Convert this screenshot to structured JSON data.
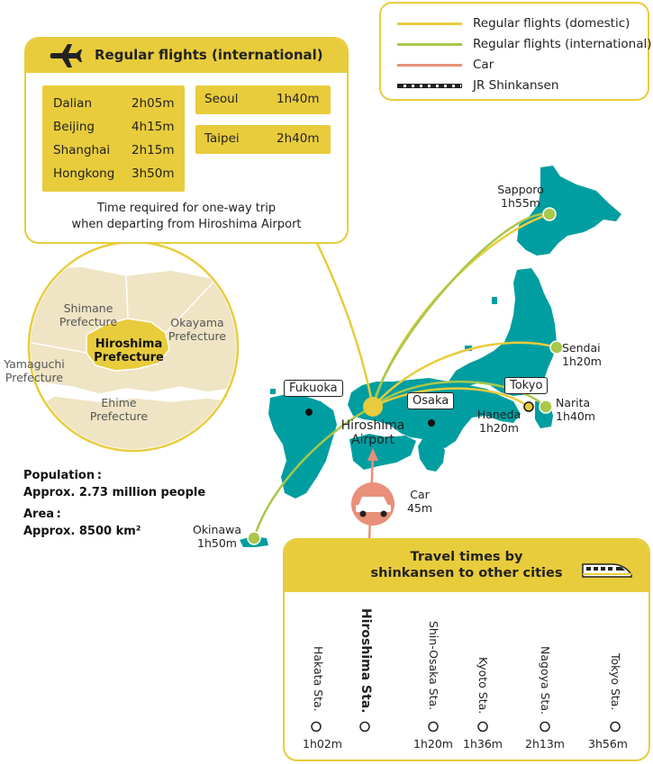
{
  "legend": {
    "items": [
      {
        "label": "Regular flights (domestic)",
        "color": "#e8cc3c",
        "style": "solid"
      },
      {
        "label": "Regular flights (international)",
        "color": "#a8c84a",
        "style": "solid"
      },
      {
        "label": "Car",
        "color": "#e8907a",
        "style": "solid"
      },
      {
        "label": "JR Shinkansen",
        "color": "#222222",
        "style": "rail"
      }
    ]
  },
  "international": {
    "title": "Regular flights (international)",
    "icon": "airplane-icon",
    "group_a": [
      {
        "city": "Dalian",
        "time": "2h05m"
      },
      {
        "city": "Beijing",
        "time": "4h15m"
      },
      {
        "city": "Shanghai",
        "time": "2h15m"
      },
      {
        "city": "Hongkong",
        "time": "3h50m"
      }
    ],
    "group_b": [
      {
        "city": "Seoul",
        "time": "1h40m"
      },
      {
        "city": "Taipei",
        "time": "2h40m"
      }
    ],
    "note_line1": "Time required for one-way trip",
    "note_line2": "when departing from Hiroshima Airport"
  },
  "prefecture_map": {
    "shimane": [
      "Shimane",
      "Prefecture"
    ],
    "okayama": [
      "Okayama",
      "Prefecture"
    ],
    "hiroshima": [
      "Hiroshima",
      "Prefecture"
    ],
    "yamaguchi": [
      "Yamaguchi",
      "Prefecture"
    ],
    "ehime": [
      "Ehime",
      "Prefecture"
    ]
  },
  "stats": {
    "population_label": "Population :",
    "population_value": "Approx. 2.73 million people",
    "area_label": "Area :",
    "area_value": "Approx. 8500 km²"
  },
  "map": {
    "hub": [
      "Hiroshima",
      "Airport"
    ],
    "fukuoka": "Fukuoka",
    "osaka": "Osaka",
    "tokyo": "Tokyo",
    "sapporo": [
      "Sapporo",
      "1h55m"
    ],
    "sendai": [
      "Sendai",
      "1h20m"
    ],
    "haneda": [
      "Haneda",
      "1h20m"
    ],
    "narita": [
      "Narita",
      "1h40m"
    ],
    "okinawa": [
      "Okinawa",
      "1h50m"
    ],
    "car": [
      "Car",
      "45m"
    ],
    "colors": {
      "land": "#009ea0",
      "domestic": "#e8cc3c",
      "international": "#a8c84a",
      "car": "#e8907a"
    }
  },
  "shinkansen": {
    "title_line1": "Travel times by",
    "title_line2": "shinkansen to other cities",
    "icon": "train-icon",
    "stations": [
      {
        "name": "Hakata Sta.",
        "time": "1h02m",
        "highlight": false
      },
      {
        "name": "Hiroshima Sta.",
        "time": "",
        "highlight": true
      },
      {
        "name": "Shin-Osaka Sta.",
        "time": "1h20m",
        "highlight": false
      },
      {
        "name": "Kyoto Sta.",
        "time": "1h36m",
        "highlight": false
      },
      {
        "name": "Nagoya Sta.",
        "time": "2h13m",
        "highlight": false
      },
      {
        "name": "Tokyo Sta.",
        "time": "3h56m",
        "highlight": false
      }
    ]
  }
}
